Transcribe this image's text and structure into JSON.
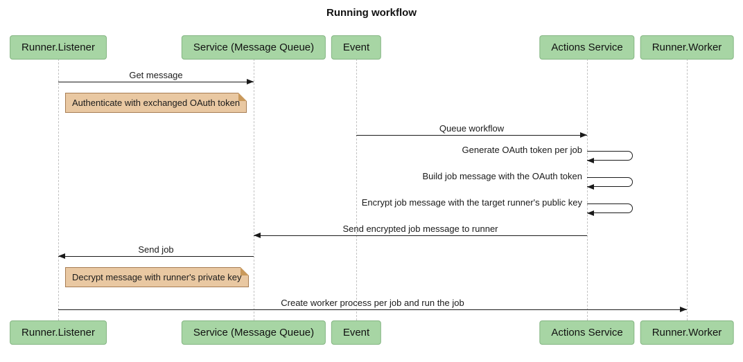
{
  "title": "Running workflow",
  "colors": {
    "participant_fill": "#a7d5a4",
    "participant_border": "#84b582",
    "note_fill": "#e9c8a2",
    "note_border": "#a67c52",
    "lifeline": "#c3c3c3",
    "arrow": "#1a1a1a",
    "background": "#ffffff"
  },
  "participants": [
    {
      "id": "runner-listener",
      "label": "Runner.Listener"
    },
    {
      "id": "service-mq",
      "label": "Service (Message Queue)"
    },
    {
      "id": "event",
      "label": "Event"
    },
    {
      "id": "actions-service",
      "label": "Actions Service"
    },
    {
      "id": "runner-worker",
      "label": "Runner.Worker"
    }
  ],
  "messages": [
    {
      "label": "Get message",
      "from": "Runner.Listener",
      "to": "Service (Message Queue)",
      "kind": "solid-right"
    },
    {
      "label": "Queue workflow",
      "from": "Event",
      "to": "Actions Service",
      "kind": "solid-right"
    },
    {
      "label": "Generate OAuth token per job",
      "from": "Actions Service",
      "to": "Actions Service",
      "kind": "self"
    },
    {
      "label": "Build job message with the OAuth token",
      "from": "Actions Service",
      "to": "Actions Service",
      "kind": "self"
    },
    {
      "label": "Encrypt job message with the target runner's public key",
      "from": "Actions Service",
      "to": "Actions Service",
      "kind": "self"
    },
    {
      "label": "Send encrypted job message to runner",
      "from": "Actions Service",
      "to": "Service (Message Queue)",
      "kind": "solid-left"
    },
    {
      "label": "Send job",
      "from": "Service (Message Queue)",
      "to": "Runner.Listener",
      "kind": "solid-left"
    },
    {
      "label": "Create worker process per job and run the job",
      "from": "Runner.Listener",
      "to": "Runner.Worker",
      "kind": "solid-right"
    }
  ],
  "notes": [
    {
      "text": "Authenticate with exchanged OAuth token",
      "over": "Runner.Listener"
    },
    {
      "text": "Decrypt message with runner's private key",
      "over": "Runner.Listener"
    }
  ]
}
